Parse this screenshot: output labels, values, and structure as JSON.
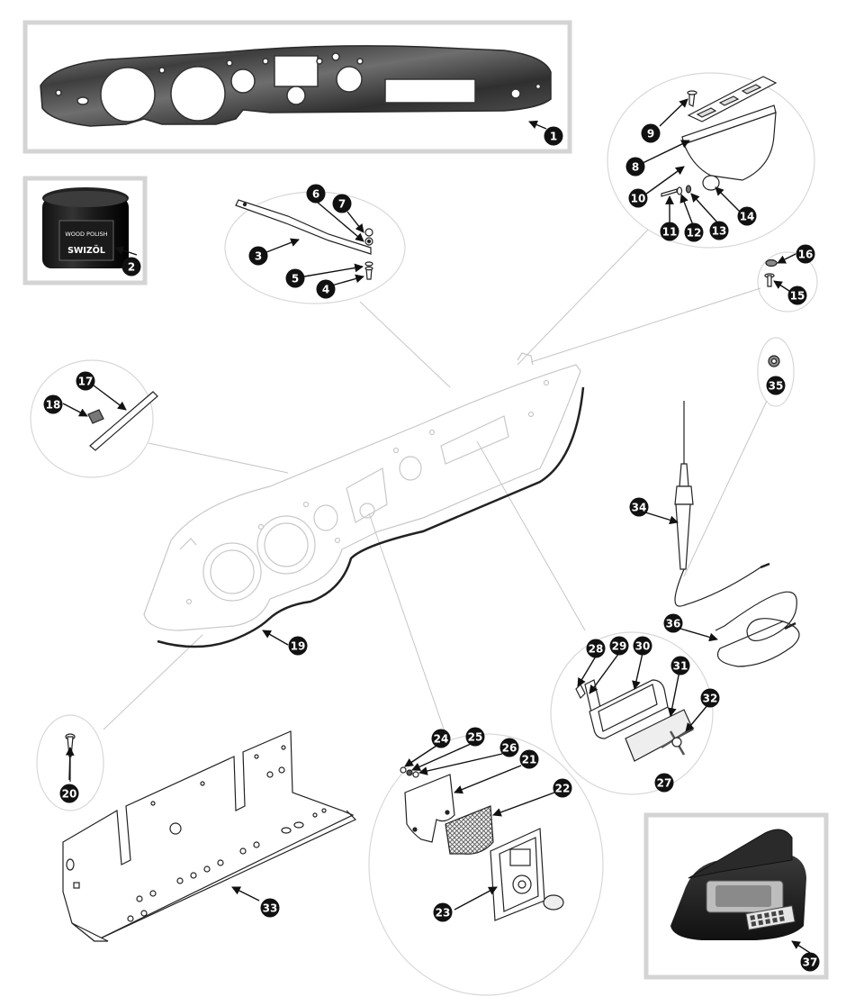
{
  "diagram": {
    "type": "exploded-parts-diagram",
    "colors": {
      "badge_fill": "#111111",
      "badge_text": "#ffffff",
      "frame_stroke": "#d4d4d4",
      "leader_line": "#bdbdbd",
      "faint_outline": "#c8c8c8",
      "part_stroke": "#222222",
      "wood_dark": "#4a4a4a",
      "wood_light": "#a8a8a8"
    }
  },
  "polish_jar": {
    "brand_small": "WOOD POLISH",
    "brand_name": "SWIZÖL"
  },
  "callouts": [
    "1",
    "2",
    "3",
    "4",
    "5",
    "6",
    "7",
    "8",
    "9",
    "10",
    "11",
    "12",
    "13",
    "14",
    "15",
    "16",
    "17",
    "18",
    "19",
    "20",
    "21",
    "22",
    "23",
    "24",
    "25",
    "26",
    "27",
    "28",
    "29",
    "30",
    "31",
    "32",
    "33",
    "34",
    "35",
    "36",
    "37"
  ]
}
